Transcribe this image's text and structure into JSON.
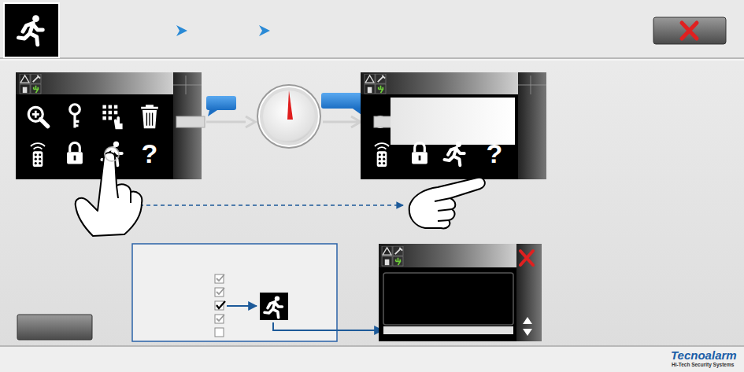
{
  "diagram": {
    "labels": [
      "?",
      "?",
      "Tecnoalarm",
      "Hi-Tech Security Systems"
    ]
  }
}
